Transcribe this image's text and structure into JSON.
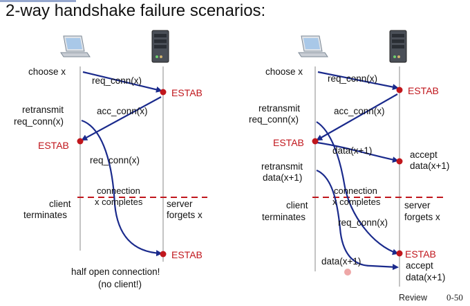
{
  "title": "2-way handshake failure scenarios:",
  "left": {
    "choose": "choose x",
    "req1": "req_conn(x)",
    "estab_server": "ESTAB",
    "retransmit1": "retransmit",
    "retransmit2": "req_conn(x)",
    "acc": "acc_conn(x)",
    "estab_client": "ESTAB",
    "req2": "req_conn(x)",
    "conn1": "connection",
    "conn2": "x completes",
    "client1": "client",
    "client2": "terminates",
    "server1": "server",
    "server2": "forgets x",
    "estab_final": "ESTAB",
    "half1": "half open connection!",
    "half2": "(no client!)"
  },
  "right": {
    "choose": "choose x",
    "req1": "req_conn(x)",
    "estab_server": "ESTAB",
    "retransmit1": "retransmit",
    "retransmit2": "req_conn(x)",
    "acc": "acc_conn(x)",
    "estab_client": "ESTAB",
    "data1": "data(x+1)",
    "accept1a": "accept",
    "accept1b": "data(x+1)",
    "retrans_data1": "retransmit",
    "retrans_data2": "data(x+1)",
    "conn1": "connection",
    "conn2": "x completes",
    "client1": "client",
    "client2": "terminates",
    "server1": "server",
    "server2": "forgets x",
    "req2": "req_conn(x)",
    "estab_final": "ESTAB",
    "data2": "data(x+1)",
    "accept2a": "accept",
    "accept2b": "data(x+1)"
  },
  "footer": {
    "label": "Review",
    "page": "0-50"
  },
  "colors": {
    "arrow": "#1a2a8c",
    "estab": "#c0161c",
    "dash": "#c0161c"
  }
}
